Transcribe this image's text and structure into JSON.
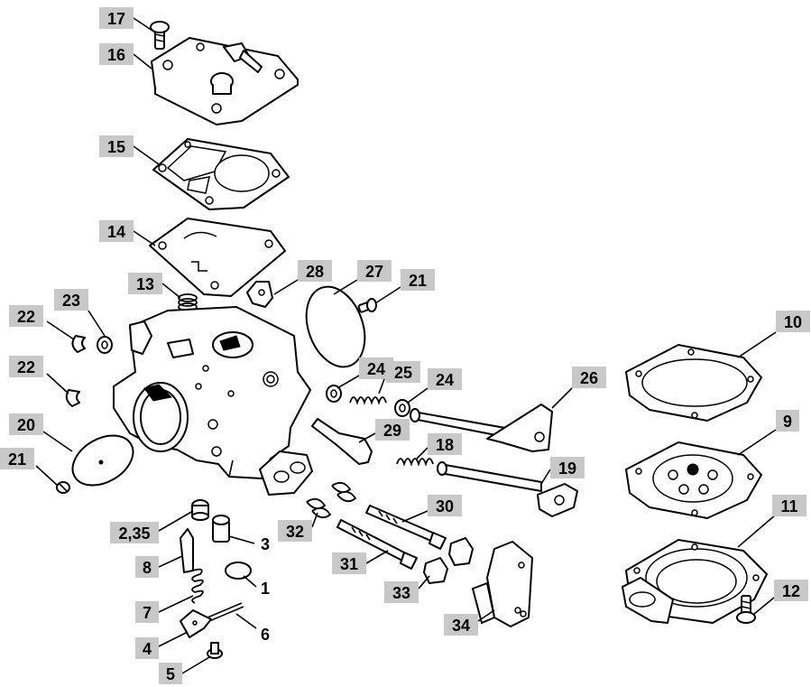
{
  "callouts": [
    {
      "id": "c17",
      "label": "17"
    },
    {
      "id": "c16",
      "label": "16"
    },
    {
      "id": "c15",
      "label": "15"
    },
    {
      "id": "c14",
      "label": "14"
    },
    {
      "id": "c13",
      "label": "13"
    },
    {
      "id": "c28",
      "label": "28"
    },
    {
      "id": "c27",
      "label": "27"
    },
    {
      "id": "c21a",
      "label": "21"
    },
    {
      "id": "c23",
      "label": "23"
    },
    {
      "id": "c22a",
      "label": "22"
    },
    {
      "id": "c22b",
      "label": "22"
    },
    {
      "id": "c20",
      "label": "20"
    },
    {
      "id": "c21b",
      "label": "21"
    },
    {
      "id": "c24a",
      "label": "24"
    },
    {
      "id": "c25",
      "label": "25"
    },
    {
      "id": "c24b",
      "label": "24"
    },
    {
      "id": "c26",
      "label": "26"
    },
    {
      "id": "c29",
      "label": "29"
    },
    {
      "id": "c18",
      "label": "18"
    },
    {
      "id": "c19",
      "label": "19"
    },
    {
      "id": "c30",
      "label": "30"
    },
    {
      "id": "c32",
      "label": "32"
    },
    {
      "id": "c31",
      "label": "31"
    },
    {
      "id": "c33",
      "label": "33"
    },
    {
      "id": "c34",
      "label": "34"
    },
    {
      "id": "c235",
      "label": "2,35"
    },
    {
      "id": "c3",
      "label": "3"
    },
    {
      "id": "c8",
      "label": "8"
    },
    {
      "id": "c1",
      "label": "1"
    },
    {
      "id": "c7",
      "label": "7"
    },
    {
      "id": "c6",
      "label": "6"
    },
    {
      "id": "c4",
      "label": "4"
    },
    {
      "id": "c5",
      "label": "5"
    },
    {
      "id": "c10",
      "label": "10"
    },
    {
      "id": "c9",
      "label": "9"
    },
    {
      "id": "c11",
      "label": "11"
    },
    {
      "id": "c12",
      "label": "12"
    }
  ]
}
